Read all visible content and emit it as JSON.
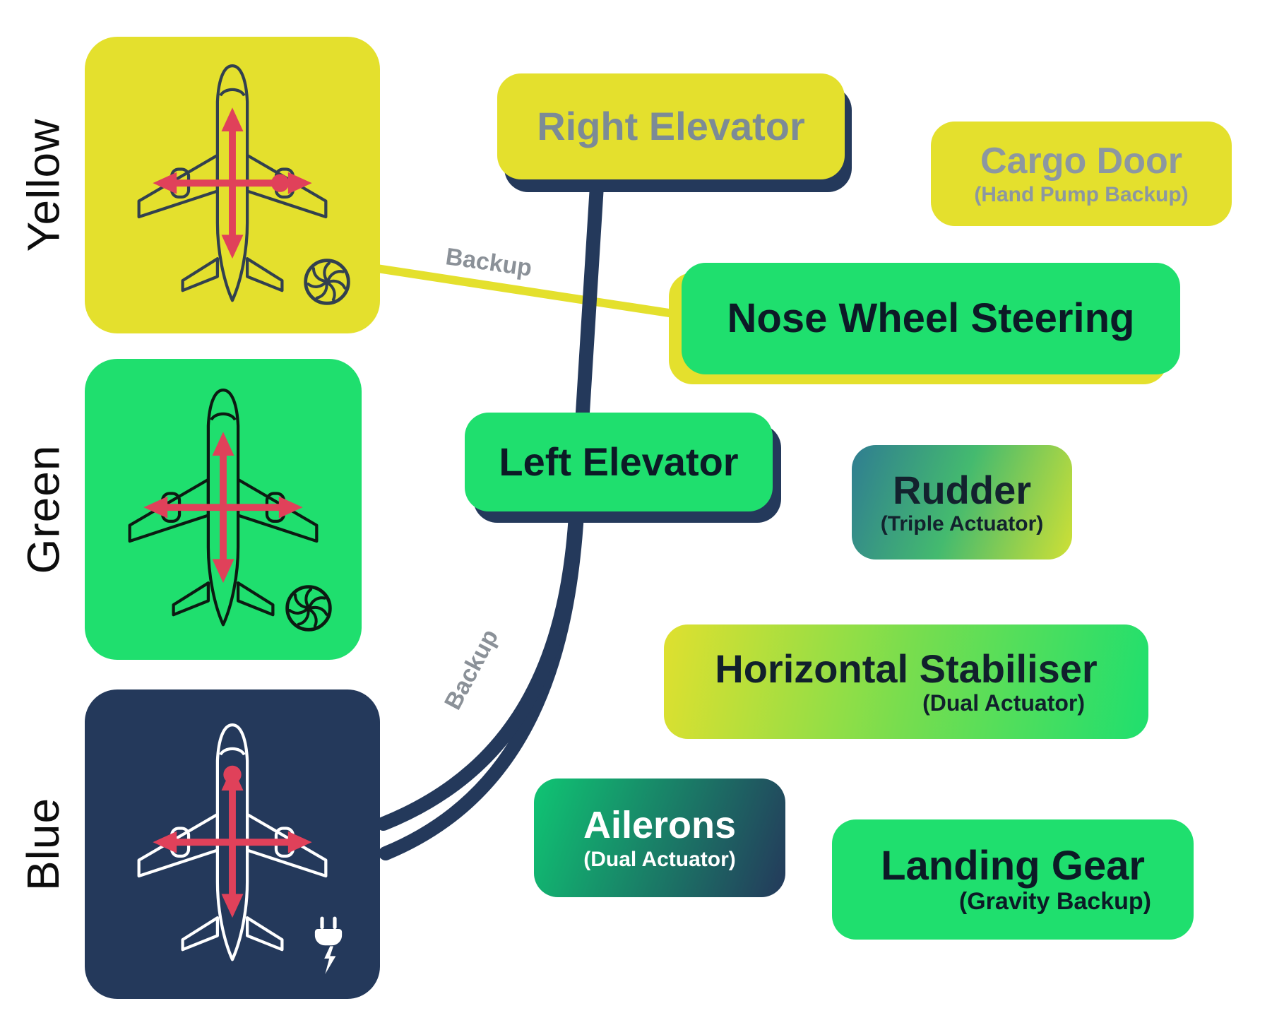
{
  "systems": [
    {
      "label": "Yellow",
      "color": "#e4e02d",
      "corner_icon": "fan-icon"
    },
    {
      "label": "Green",
      "color": "#1fdf6e",
      "corner_icon": "fan-icon"
    },
    {
      "label": "Blue",
      "color": "#24395b",
      "corner_icon": "electric-plug-icon"
    }
  ],
  "nodes": {
    "right_elevator": {
      "label": "Right Elevator"
    },
    "cargo_door": {
      "label": "Cargo Door",
      "sub": "(Hand Pump Backup)"
    },
    "nose_wheel": {
      "label": "Nose Wheel Steering"
    },
    "left_elevator": {
      "label": "Left Elevator"
    },
    "rudder": {
      "label": "Rudder",
      "sub": "(Triple Actuator)"
    },
    "horizontal_stabiliser": {
      "label": "Horizontal Stabiliser",
      "sub": "(Dual Actuator)"
    },
    "ailerons": {
      "label": "Ailerons",
      "sub": "(Dual Actuator)"
    },
    "landing_gear": {
      "label": "Landing Gear",
      "sub": "(Gravity Backup)"
    }
  },
  "connections": {
    "yellow_backup": {
      "label": "Backup"
    },
    "blue_backup": {
      "label": "Backup"
    }
  },
  "colors": {
    "yellow": "#e4e02d",
    "green": "#1fdf6e",
    "navy": "#24395b",
    "red_arrows": "#e0415a",
    "gray_text": "#8b9198",
    "rudder_gradient": [
      "#2f7d91",
      "#cfe035"
    ],
    "hstab_gradient": [
      "#dfe02f",
      "#1fdf6e"
    ],
    "ailerons_gradient": [
      "#0fc573",
      "#24395b"
    ]
  }
}
